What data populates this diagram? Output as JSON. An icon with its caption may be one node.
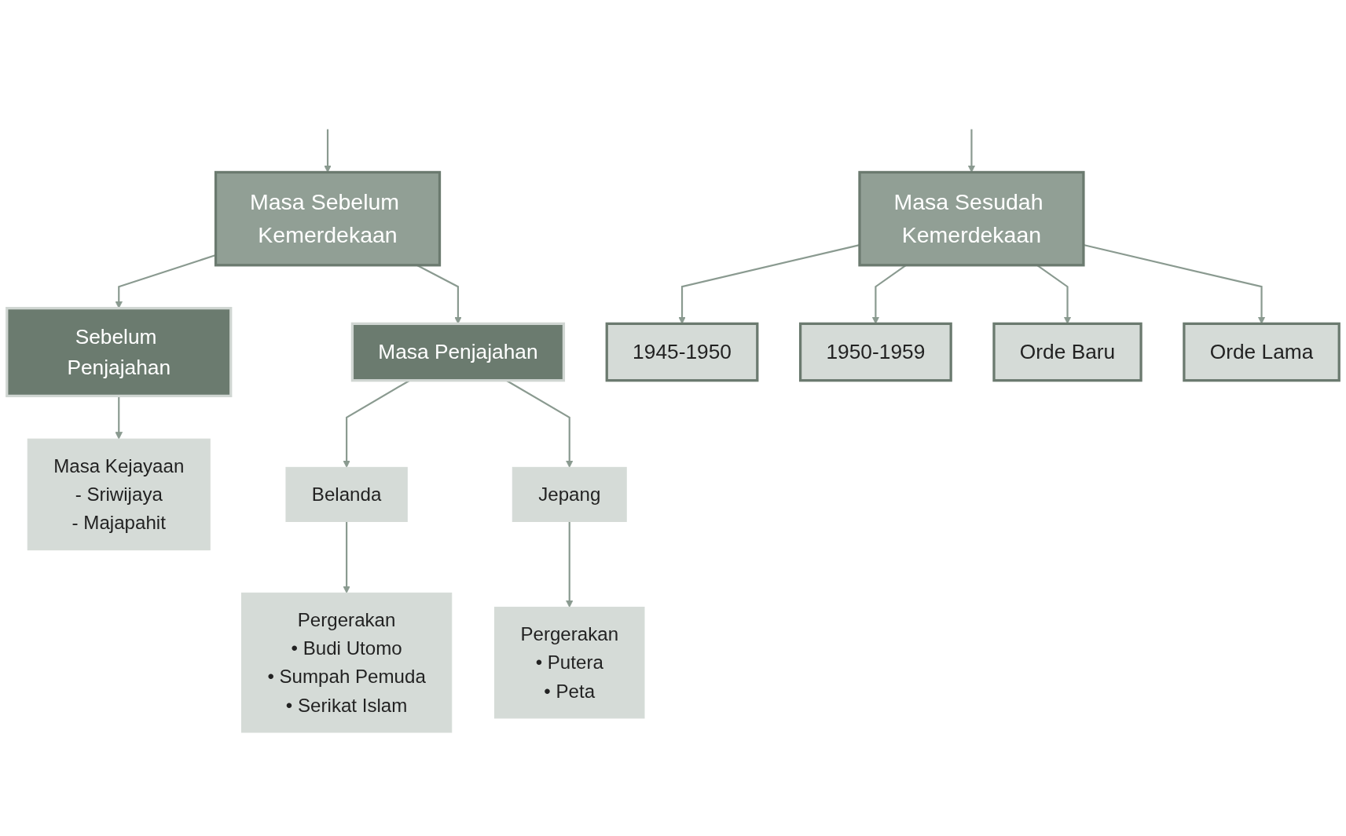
{
  "diagram": {
    "nodes": [
      {
        "text": [
          "Masa Sebelum Kemerdekaan"
        ]
      },
      {
        "text": [
          "Masa Sesudah Kemerdekaan"
        ]
      },
      {
        "text": [
          "Sebelum Penjajahan"
        ]
      },
      {
        "text": [
          "Masa Penjajahan"
        ]
      },
      {
        "text": [
          "1945-1950"
        ]
      },
      {
        "text": [
          "1950-1959"
        ]
      },
      {
        "text": [
          "Orde Baru"
        ]
      },
      {
        "text": [
          "Orde Lama"
        ]
      },
      {
        "text": [
          "Masa Kejayaan",
          "- Sriwijaya",
          "- Majapahit"
        ]
      },
      {
        "text": [
          "Belanda"
        ]
      },
      {
        "text": [
          "Jepang"
        ]
      },
      {
        "text": [
          "Pergerakan",
          "• Budi Utomo",
          "• Sumpah Pemuda",
          "• Serikat Islam"
        ]
      },
      {
        "text": [
          "Pergerakan",
          "• Putera",
          "• Peta"
        ]
      }
    ],
    "edges": [
      {
        "from": null,
        "to": 0,
        "arrow": "to"
      },
      {
        "from": null,
        "to": 1,
        "arrow": "to"
      },
      {
        "from": 0,
        "to": 2,
        "arrow": "to"
      },
      {
        "from": 0,
        "to": 3,
        "arrow": "to"
      },
      {
        "from": 1,
        "to": 4,
        "arrow": "to"
      },
      {
        "from": 1,
        "to": 5,
        "arrow": "to"
      },
      {
        "from": 1,
        "to": 6,
        "arrow": "to"
      },
      {
        "from": 1,
        "to": 7,
        "arrow": "to"
      },
      {
        "from": 2,
        "to": 8,
        "arrow": "to"
      },
      {
        "from": 3,
        "to": 9,
        "arrow": "to"
      },
      {
        "from": 3,
        "to": 10,
        "arrow": "to"
      },
      {
        "from": 9,
        "to": 11,
        "arrow": "to"
      },
      {
        "from": 10,
        "to": 12,
        "arrow": "to"
      }
    ]
  }
}
